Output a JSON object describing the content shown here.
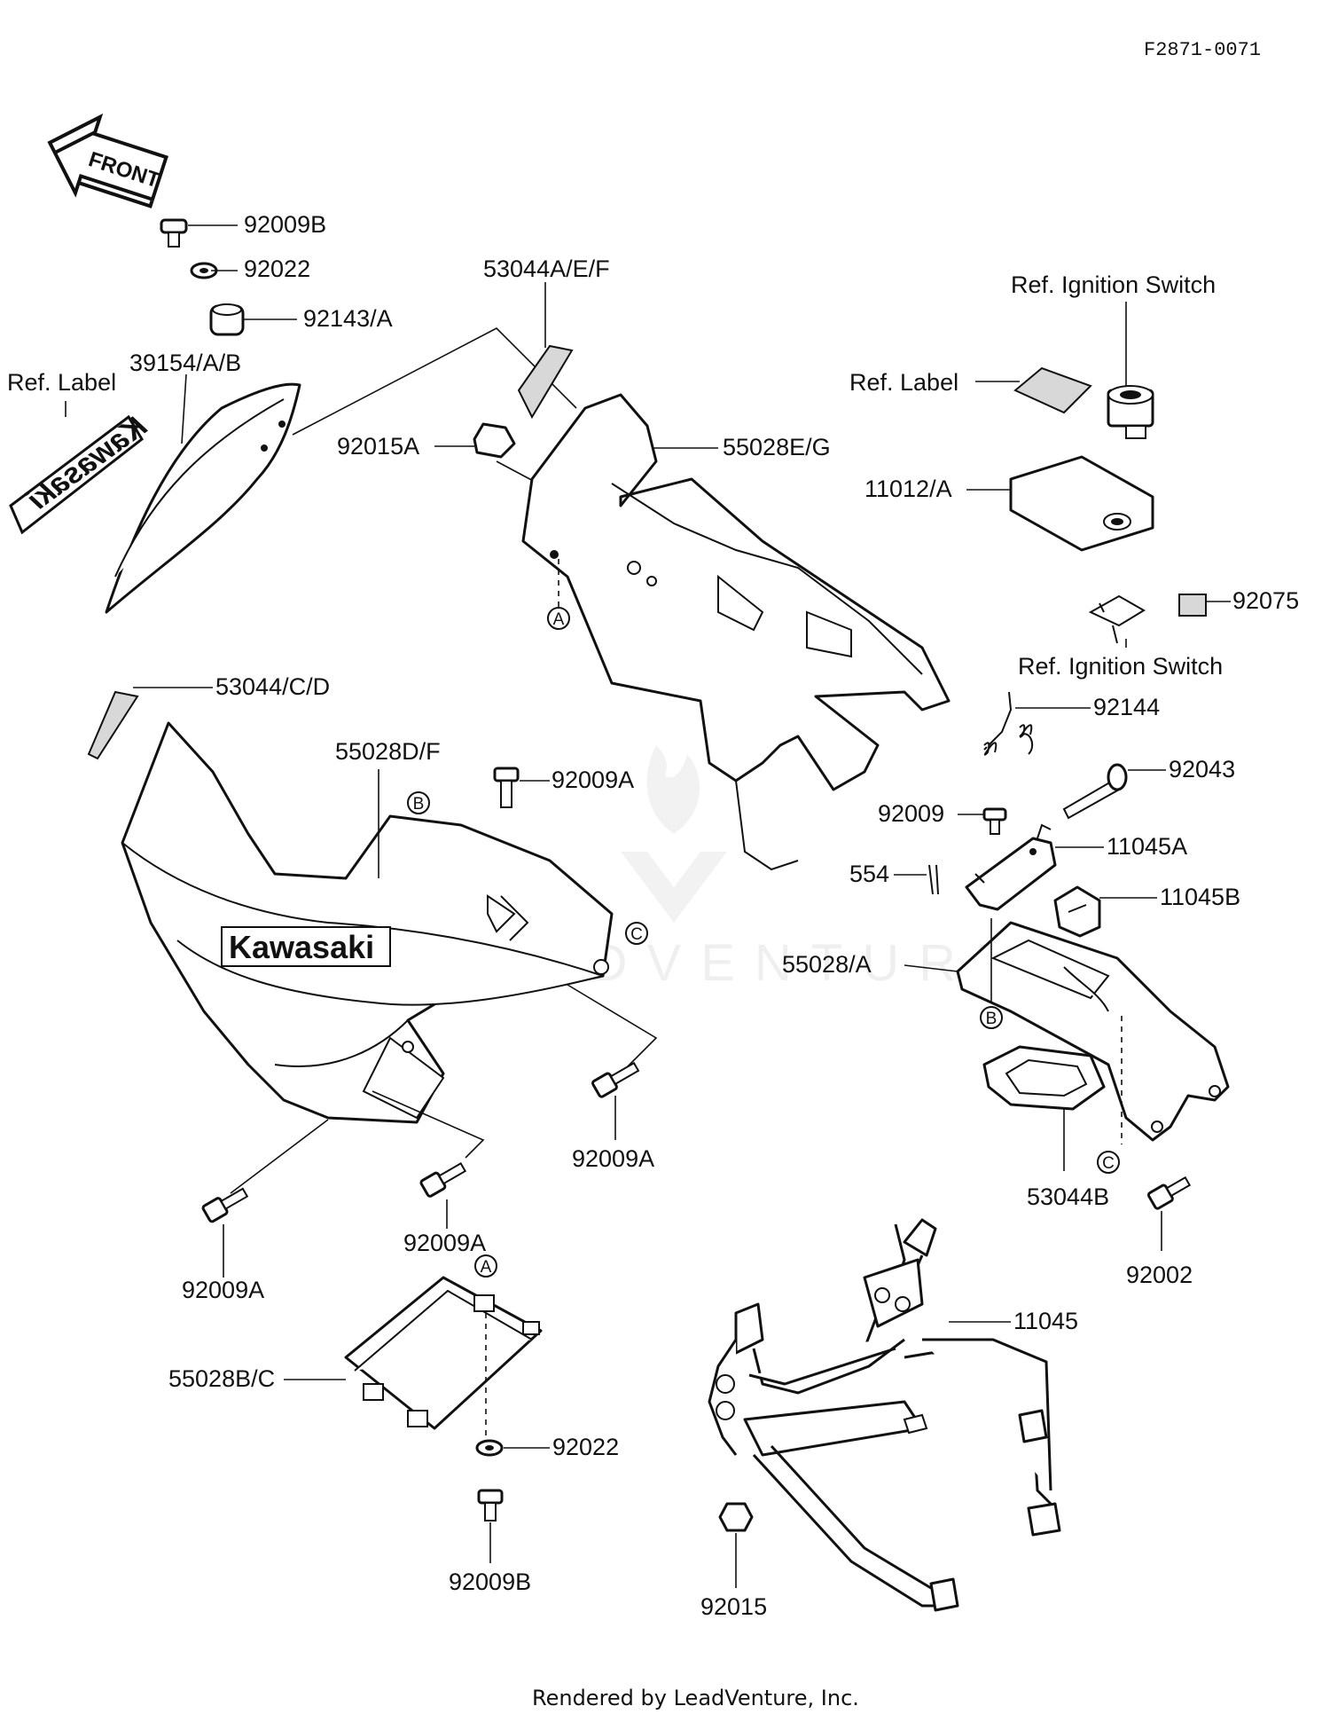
{
  "doc_code": "F2871-0071",
  "footer": "Rendered by LeadVenture, Inc.",
  "watermark": "LEADVENTURE",
  "front_arrow": "FRONT",
  "kawasaki_logo": "Kawasaki",
  "mirror_decal": "Kawasaki",
  "callout_markers": [
    "A",
    "B",
    "C"
  ],
  "parts": {
    "p_92009B_top": "92009B",
    "p_92022_top": "92022",
    "p_92143A": "92143/A",
    "p_39154": "39154/A/B",
    "p_ref_label_left": "Ref. Label",
    "p_53044AEF": "53044A/E/F",
    "p_92015A": "92015A",
    "p_55028EG": "55028E/G",
    "p_ref_ign_top": "Ref. Ignition Switch",
    "p_ref_label_right": "Ref. Label",
    "p_11012A": "11012/A",
    "p_92075": "92075",
    "p_ref_ign_bottom": "Ref. Ignition Switch",
    "p_53044CD": "53044/C/D",
    "p_55028DF": "55028D/F",
    "p_92009A_top": "92009A",
    "p_92144": "92144",
    "p_92043": "92043",
    "p_92009": "92009",
    "p_11045A": "11045A",
    "p_554": "554",
    "p_11045B": "11045B",
    "p_55028A": "55028/A",
    "p_92009A_mid": "92009A",
    "p_53044B": "53044B",
    "p_92009A_left": "92009A",
    "p_92009A_center": "92009A",
    "p_92002": "92002",
    "p_11045": "11045",
    "p_55028BC": "55028B/C",
    "p_92022_bottom": "92022",
    "p_92009B_bottom": "92009B",
    "p_92015": "92015"
  }
}
